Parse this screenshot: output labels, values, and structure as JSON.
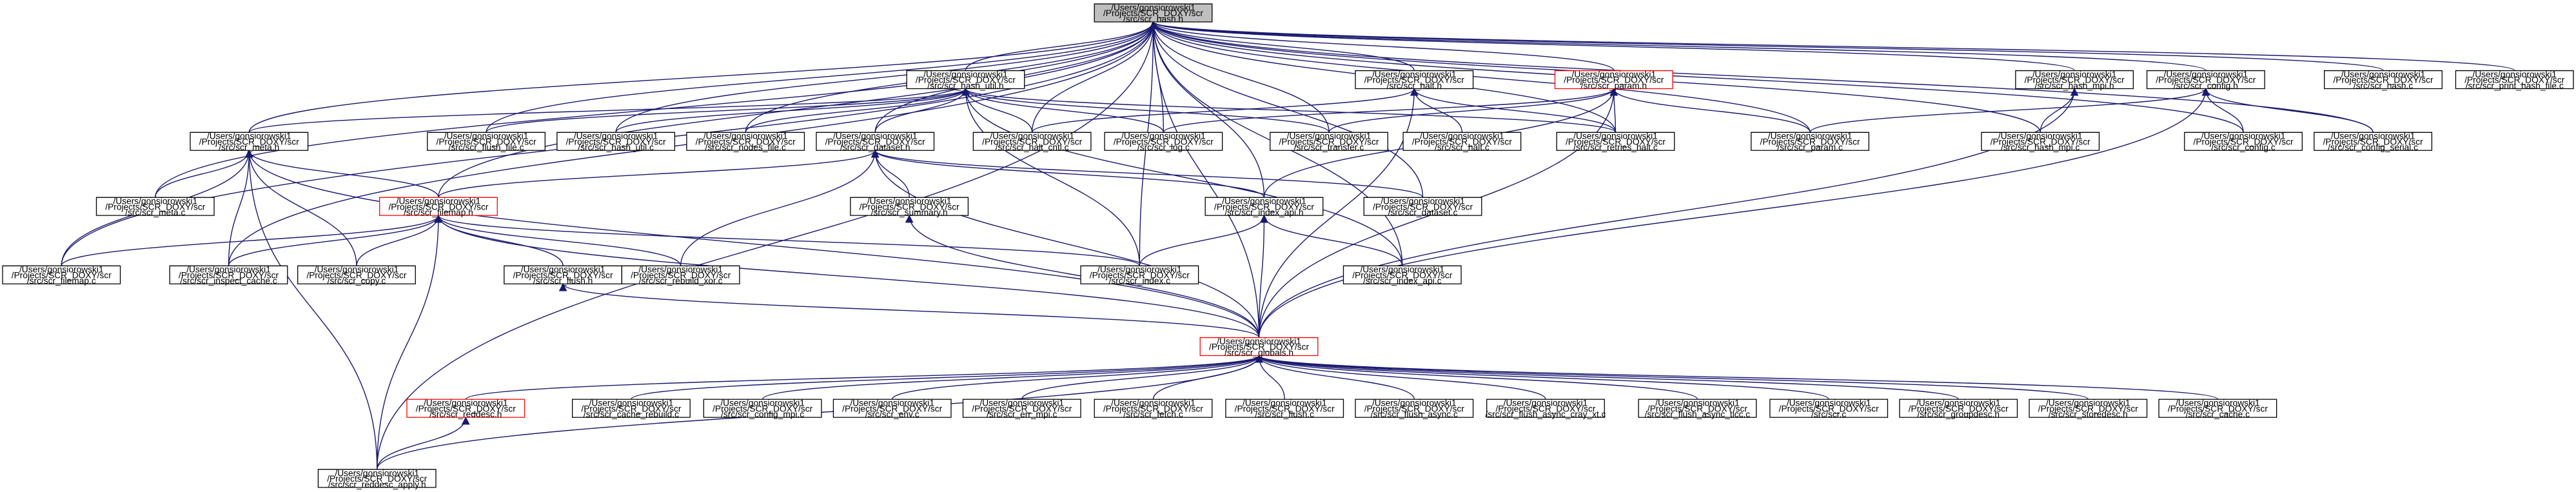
{
  "graph": {
    "edge_color": "#191970",
    "root_fill": "#bfbfbf",
    "highlight_border": "#ff0000",
    "nodes": [
      {
        "id": "scr_hash_h",
        "lines": [
          "/Users/gonsiorowski1",
          "/Projects/SCR_DOXY/scr",
          "/src/scr_hash.h"
        ],
        "style": "root"
      },
      {
        "id": "scr_hash_util_h",
        "lines": [
          "/Users/gonsiorowski1",
          "/Projects/SCR_DOXY/scr",
          "/src/scr_hash_util.h"
        ]
      },
      {
        "id": "scr_halt_h",
        "lines": [
          "/Users/gonsiorowski1",
          "/Projects/SCR_DOXY/scr",
          "/src/scr_halt.h"
        ]
      },
      {
        "id": "scr_param_h",
        "lines": [
          "/Users/gonsiorowski1",
          "/Projects/SCR_DOXY/scr",
          "/src/scr_param.h"
        ],
        "style": "red"
      },
      {
        "id": "scr_hash_mpi_h",
        "lines": [
          "/Users/gonsiorowski1",
          "/Projects/SCR_DOXY/scr",
          "/src/scr_hash_mpi.h"
        ]
      },
      {
        "id": "scr_config_h",
        "lines": [
          "/Users/gonsiorowski1",
          "/Projects/SCR_DOXY/scr",
          "/src/scr_config.h"
        ]
      },
      {
        "id": "scr_hash_c",
        "lines": [
          "/Users/gonsiorowski1",
          "/Projects/SCR_DOXY/scr",
          "/src/scr_hash.c"
        ]
      },
      {
        "id": "scr_print_hash_file_c",
        "lines": [
          "/Users/gonsiorowski1",
          "/Projects/SCR_DOXY/scr",
          "/src/scr_print_hash_file.c"
        ]
      },
      {
        "id": "scr_meta_h",
        "lines": [
          "/Users/gonsiorowski1",
          "/Projects/SCR_DOXY/scr",
          "/src/scr_meta.h"
        ]
      },
      {
        "id": "scr_flush_file_c",
        "lines": [
          "/Users/gonsiorowski1",
          "/Projects/SCR_DOXY/scr",
          "/src/scr_flush_file.c"
        ]
      },
      {
        "id": "scr_hash_util_c",
        "lines": [
          "/Users/gonsiorowski1",
          "/Projects/SCR_DOXY/scr",
          "/src/scr_hash_util.c"
        ]
      },
      {
        "id": "scr_nodes_file_c",
        "lines": [
          "/Users/gonsiorowski1",
          "/Projects/SCR_DOXY/scr",
          "/src/scr_nodes_file.c"
        ]
      },
      {
        "id": "scr_dataset_h",
        "lines": [
          "/Users/gonsiorowski1",
          "/Projects/SCR_DOXY/scr",
          "/src/scr_dataset.h"
        ]
      },
      {
        "id": "scr_halt_cntl_c",
        "lines": [
          "/Users/gonsiorowski1",
          "/Projects/SCR_DOXY/scr",
          "/src/scr_halt_cntl.c"
        ]
      },
      {
        "id": "scr_log_c",
        "lines": [
          "/Users/gonsiorowski1",
          "/Projects/SCR_DOXY/scr",
          "/src/scr_log.c"
        ]
      },
      {
        "id": "scr_transfer_c",
        "lines": [
          "/Users/gonsiorowski1",
          "/Projects/SCR_DOXY/scr",
          "/src/scr_transfer.c"
        ]
      },
      {
        "id": "scr_halt_c",
        "lines": [
          "/Users/gonsiorowski1",
          "/Projects/SCR_DOXY/scr",
          "/src/scr_halt.c"
        ]
      },
      {
        "id": "scr_retries_halt_c",
        "lines": [
          "/Users/gonsiorowski1",
          "/Projects/SCR_DOXY/scr",
          "/src/scr_retries_halt.c"
        ]
      },
      {
        "id": "scr_param_c",
        "lines": [
          "/Users/gonsiorowski1",
          "/Projects/SCR_DOXY/scr",
          "/src/scr_param.c"
        ]
      },
      {
        "id": "scr_hash_mpi_c",
        "lines": [
          "/Users/gonsiorowski1",
          "/Projects/SCR_DOXY/scr",
          "/src/scr_hash_mpi.c"
        ]
      },
      {
        "id": "scr_config_c",
        "lines": [
          "/Users/gonsiorowski1",
          "/Projects/SCR_DOXY/scr",
          "/src/scr_config.c"
        ]
      },
      {
        "id": "scr_config_serial_c",
        "lines": [
          "/Users/gonsiorowski1",
          "/Projects/SCR_DOXY/scr",
          "/src/scr_config_serial.c"
        ]
      },
      {
        "id": "scr_meta_c",
        "lines": [
          "/Users/gonsiorowski1",
          "/Projects/SCR_DOXY/scr",
          "/src/scr_meta.c"
        ]
      },
      {
        "id": "scr_filemap_h",
        "lines": [
          "/Users/gonsiorowski1",
          "/Projects/SCR_DOXY/scr",
          "/src/scr_filemap.h"
        ],
        "style": "red"
      },
      {
        "id": "scr_summary_h",
        "lines": [
          "/Users/gonsiorowski1",
          "/Projects/SCR_DOXY/scr",
          "/src/scr_summary.h"
        ]
      },
      {
        "id": "scr_index_api_h",
        "lines": [
          "/Users/gonsiorowski1",
          "/Projects/SCR_DOXY/scr",
          "/src/scr_index_api.h"
        ]
      },
      {
        "id": "scr_dataset_c",
        "lines": [
          "/Users/gonsiorowski1",
          "/Projects/SCR_DOXY/scr",
          "/src/scr_dataset.c"
        ]
      },
      {
        "id": "scr_filemap_c",
        "lines": [
          "/Users/gonsiorowski1",
          "/Projects/SCR_DOXY/scr",
          "/src/scr_filemap.c"
        ]
      },
      {
        "id": "scr_inspect_cache_c",
        "lines": [
          "/Users/gonsiorowski1",
          "/Projects/SCR_DOXY/scr",
          "/src/scr_inspect_cache.c"
        ]
      },
      {
        "id": "scr_copy_c",
        "lines": [
          "/Users/gonsiorowski1",
          "/Projects/SCR_DOXY/scr",
          "/src/scr_copy.c"
        ]
      },
      {
        "id": "scr_flush_h",
        "lines": [
          "/Users/gonsiorowski1",
          "/Projects/SCR_DOXY/scr",
          "/src/scr_flush.h"
        ]
      },
      {
        "id": "scr_rebuild_xor_c",
        "lines": [
          "/Users/gonsiorowski1",
          "/Projects/SCR_DOXY/scr",
          "/src/scr_rebuild_xor.c"
        ]
      },
      {
        "id": "scr_index_c",
        "lines": [
          "/Users/gonsiorowski1",
          "/Projects/SCR_DOXY/scr",
          "/src/scr_index.c"
        ]
      },
      {
        "id": "scr_index_api_c",
        "lines": [
          "/Users/gonsiorowski1",
          "/Projects/SCR_DOXY/scr",
          "/src/scr_index_api.c"
        ]
      },
      {
        "id": "scr_globals_h",
        "lines": [
          "/Users/gonsiorowski1",
          "/Projects/SCR_DOXY/scr",
          "/src/scr_globals.h"
        ],
        "style": "red"
      },
      {
        "id": "scr_reddesc_h",
        "lines": [
          "/Users/gonsiorowski1",
          "/Projects/SCR_DOXY/scr",
          "/src/scr_reddesc.h"
        ],
        "style": "red"
      },
      {
        "id": "scr_cache_rebuild_c",
        "lines": [
          "/Users/gonsiorowski1",
          "/Projects/SCR_DOXY/scr",
          "/src/scr_cache_rebuild.c"
        ]
      },
      {
        "id": "scr_config_mpi_c",
        "lines": [
          "/Users/gonsiorowski1",
          "/Projects/SCR_DOXY/scr",
          "/src/scr_config_mpi.c"
        ]
      },
      {
        "id": "scr_env_c",
        "lines": [
          "/Users/gonsiorowski1",
          "/Projects/SCR_DOXY/scr",
          "/src/scr_env.c"
        ]
      },
      {
        "id": "scr_err_mpi_c",
        "lines": [
          "/Users/gonsiorowski1",
          "/Projects/SCR_DOXY/scr",
          "/src/scr_err_mpi.c"
        ]
      },
      {
        "id": "scr_fetch_c",
        "lines": [
          "/Users/gonsiorowski1",
          "/Projects/SCR_DOXY/scr",
          "/src/scr_fetch.c"
        ]
      },
      {
        "id": "scr_flush_c",
        "lines": [
          "/Users/gonsiorowski1",
          "/Projects/SCR_DOXY/scr",
          "/src/scr_flush.c"
        ]
      },
      {
        "id": "scr_flush_async_c",
        "lines": [
          "/Users/gonsiorowski1",
          "/Projects/SCR_DOXY/scr",
          "/src/scr_flush_async.c"
        ]
      },
      {
        "id": "scr_flush_async_cray_xt_c",
        "lines": [
          "/Users/gonsiorowski1",
          "/Projects/SCR_DOXY/scr",
          "/src/scr_flush_async_cray_xt.c"
        ]
      },
      {
        "id": "scr_flush_async_ibmcr_c",
        "lines": [
          "/Users/gonsiorowski1",
          "/Projects/SCR_DOXY/scr",
          "/src/scr_flush_async_tlcc.c"
        ]
      },
      {
        "id": "scr_c",
        "lines": [
          "/Users/gonsiorowski1",
          "/Projects/SCR_DOXY/scr",
          "/src/scr.c"
        ]
      },
      {
        "id": "scr_groupdesc_h",
        "lines": [
          "/Users/gonsiorowski1",
          "/Projects/SCR_DOXY/scr",
          "/src/scr_groupdesc.h"
        ]
      },
      {
        "id": "scr_storedesc_h",
        "lines": [
          "/Users/gonsiorowski1",
          "/Projects/SCR_DOXY/scr",
          "/src/scr_storedesc.h"
        ]
      },
      {
        "id": "scr_cache_c",
        "lines": [
          "/Users/gonsiorowski1",
          "/Projects/SCR_DOXY/scr",
          "/src/scr_cache.c"
        ]
      },
      {
        "id": "scr_reddesc_apply_h",
        "lines": [
          "/Users/gonsiorowski1",
          "/Projects/SCR_DOXY/scr",
          "/src/scr_reddesc_apply.h"
        ]
      }
    ]
  }
}
